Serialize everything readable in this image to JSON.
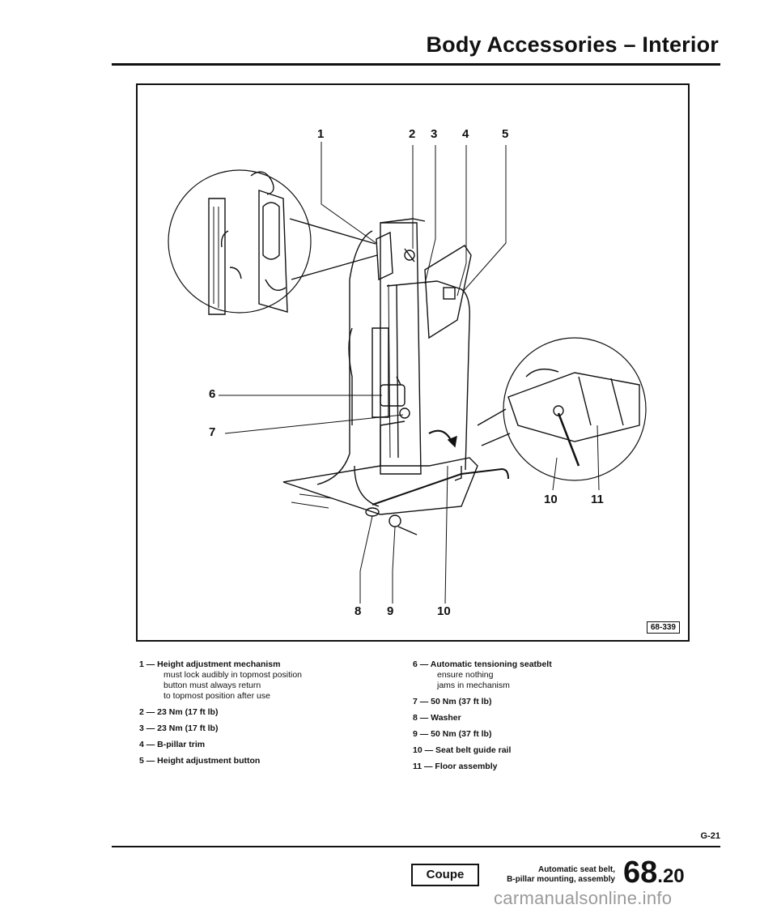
{
  "header": {
    "title": "Body Accessories – Interior"
  },
  "figure": {
    "code": "68-339",
    "callouts": {
      "c1": "1",
      "c2": "2",
      "c3": "3",
      "c4": "4",
      "c5": "5",
      "c6": "6",
      "c7": "7",
      "c8": "8",
      "c9": "9",
      "c10a": "10",
      "c11": "11",
      "c10b": "10"
    }
  },
  "legend": {
    "left": [
      {
        "title": "1 — Height adjustment mechanism",
        "notes": [
          "must lock audibly in topmost position",
          "button must always return",
          "to topmost position after use"
        ]
      },
      {
        "title": "2 — 23 Nm (17 ft lb)"
      },
      {
        "title": "3 — 23 Nm (17 ft lb)"
      },
      {
        "title": "4 — B-pillar trim"
      },
      {
        "title": "5 — Height adjustment button"
      }
    ],
    "right": [
      {
        "title": "6 — Automatic tensioning seatbelt",
        "notes": [
          "ensure nothing",
          "jams in mechanism"
        ]
      },
      {
        "title": "7 — 50 Nm (37 ft lb)"
      },
      {
        "title": "8 — Washer"
      },
      {
        "title": "9 — 50 Nm (37 ft lb)"
      },
      {
        "title": "10 — Seat belt guide rail"
      },
      {
        "title": "11 — Floor assembly"
      }
    ]
  },
  "footer": {
    "page_id": "G-21",
    "model": "Coupe",
    "desc_line1": "Automatic seat belt,",
    "desc_line2": "B-pillar mounting, assembly",
    "section_main": "68",
    "section_sub": "20"
  },
  "watermark": "carmanualsonline.info"
}
